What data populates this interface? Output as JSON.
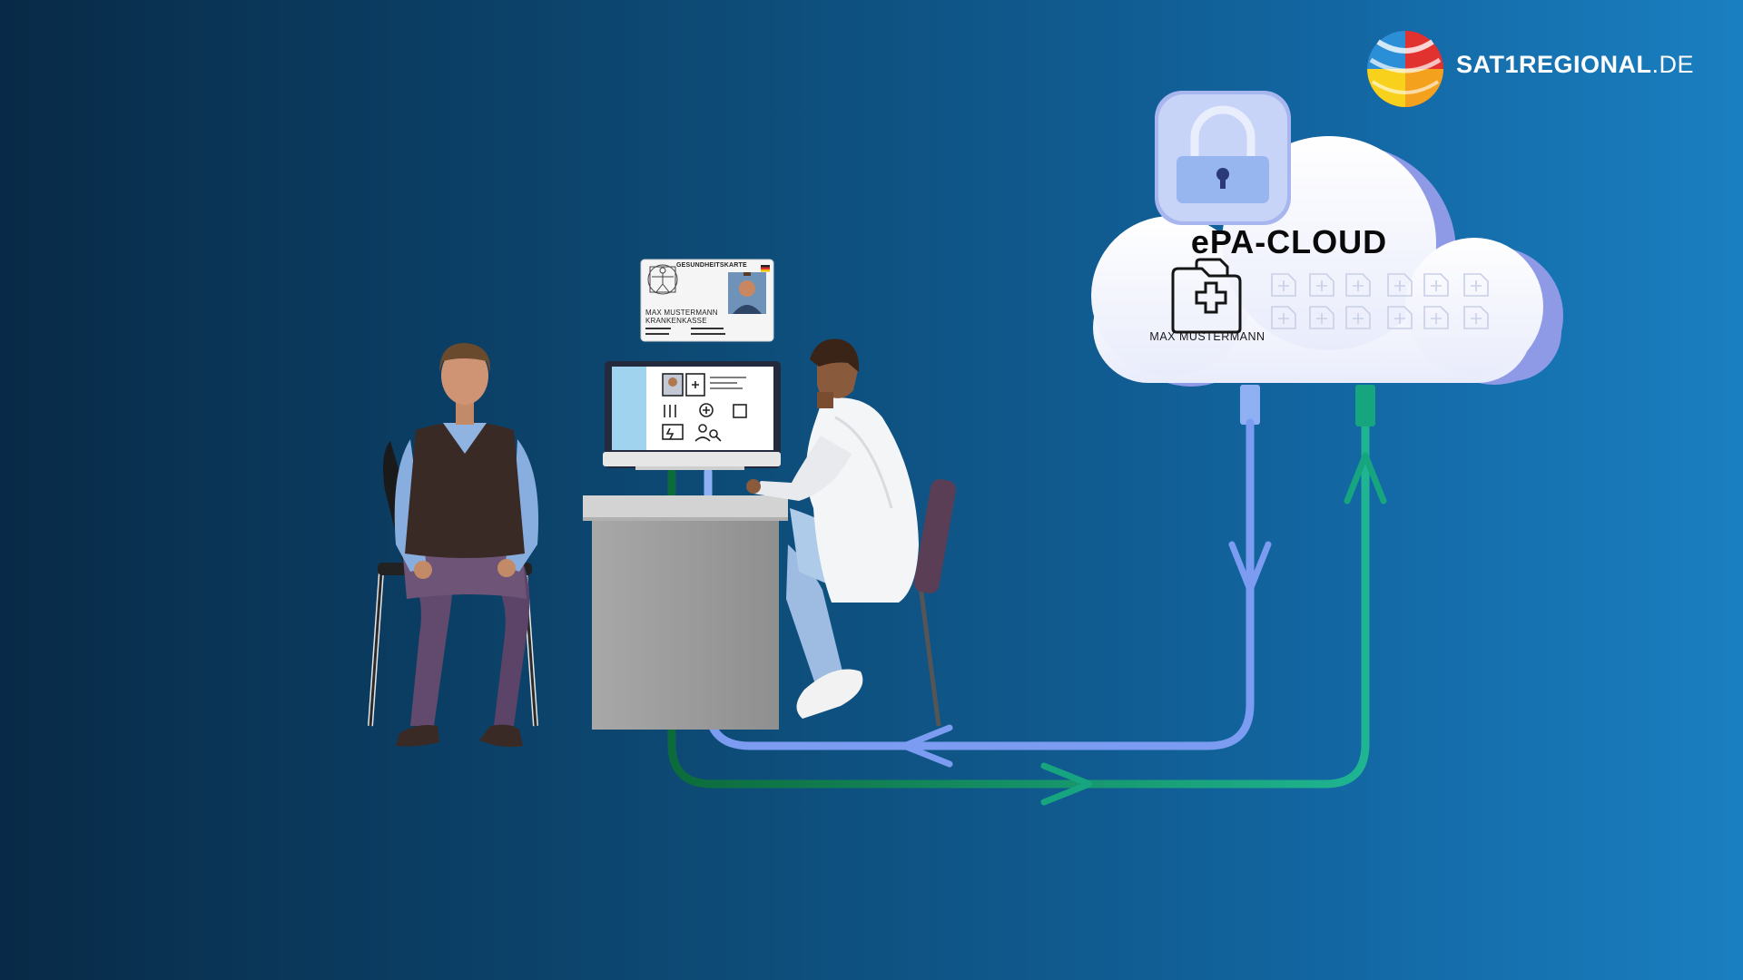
{
  "brand": {
    "name_main": "SAT1REGIONAL",
    "name_tld": ".DE",
    "logo_colors": [
      "#e2322f",
      "#f4a21d",
      "#f7d11c",
      "#2b8fd8",
      "#8d2d8c"
    ]
  },
  "cloud": {
    "title": "ePA-CLOUD",
    "lock_icon": "padlock-icon",
    "record_icon": "medical-folder-icon",
    "patient_name": "MAX MUSTERMANN",
    "placeholder_icon": "medical-file-icon",
    "placeholder_count": 12
  },
  "health_card": {
    "title": "GESUNDHEITSKARTE",
    "name": "MAX MUSTERMANN",
    "insurer": "KRANKENKASSE"
  },
  "flows": [
    {
      "name": "download-flow",
      "color": "#7b9cf0",
      "direction": "cloud-to-practice"
    },
    {
      "name": "upload-flow",
      "color": "#17a57f",
      "direction": "practice-to-cloud"
    }
  ],
  "colors": {
    "cloud_fill": "#ffffff",
    "cloud_shadow": "#8f9ce8",
    "lock_fill": "#b8c9f5"
  }
}
